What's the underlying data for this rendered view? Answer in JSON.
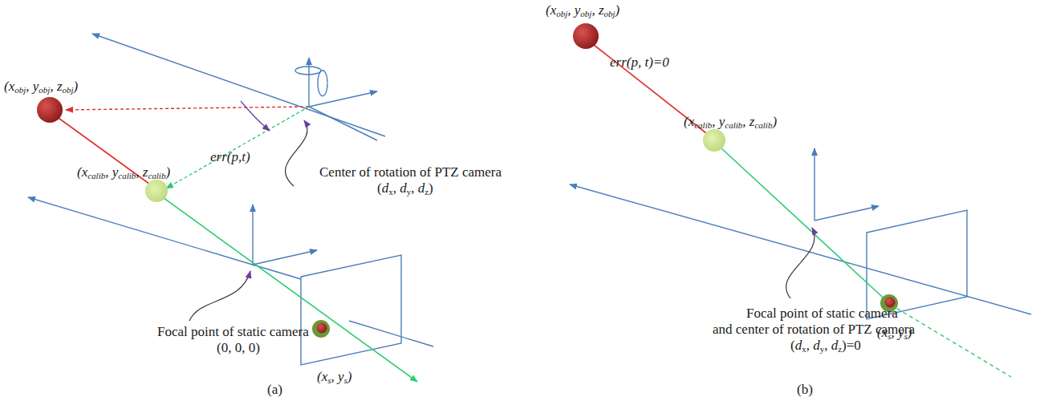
{
  "diagram": {
    "labels": [
      "(xobj, yobj, zobj)",
      "err(p,t)",
      "(xcalib, ycalib, zcalib)",
      "Center of rotation of PTZ camera",
      "(dx, dy, dz)",
      "Focal point of static camera",
      "(0, 0, 0)",
      "(xs, ys)",
      "(a)",
      "(xobj, yobj, zobj)",
      "err(p, t)=0",
      "(xcalib, ycalib, zcalib)",
      "Focal point of static camera",
      "and center of rotation of PTZ camera",
      "(dx, dy, dz)=0",
      "(xs, ys)",
      "(b)"
    ]
  }
}
